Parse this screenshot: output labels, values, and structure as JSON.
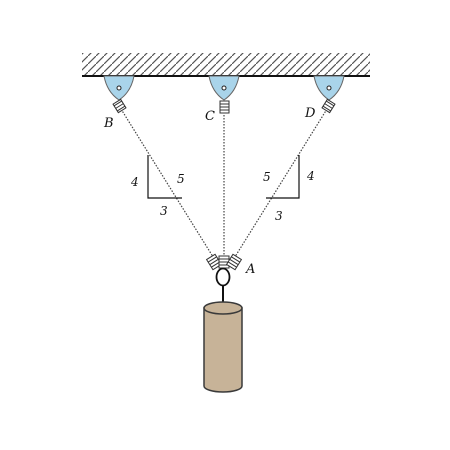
{
  "points": {
    "A": "A",
    "B": "B",
    "C": "C",
    "D": "D"
  },
  "slopes": {
    "left": {
      "rise": "4",
      "run": "3",
      "hyp": "5"
    },
    "right": {
      "rise": "4",
      "run": "3",
      "hyp": "5"
    }
  },
  "colors": {
    "ceiling_hatch": "#555555",
    "bracket_fill": "#a9d4ea",
    "cable": "#444444",
    "cylinder_fill": "#c7b398",
    "cylinder_stroke": "#3a3a3a"
  }
}
